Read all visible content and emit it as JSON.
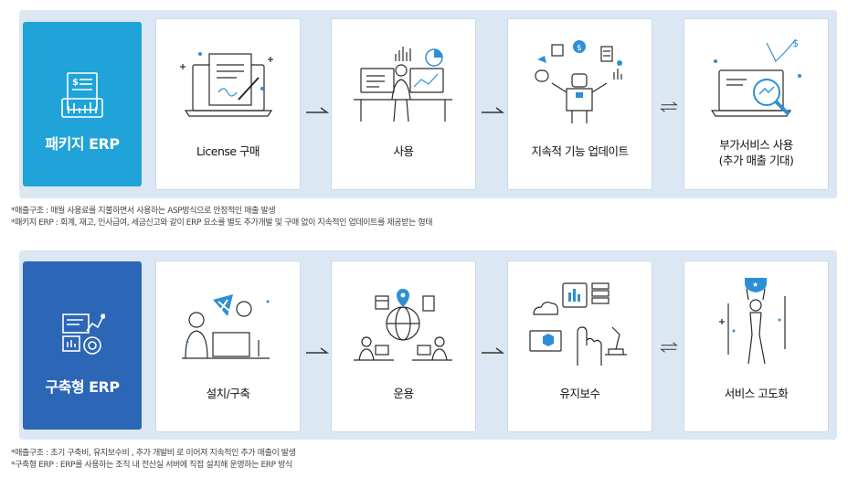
{
  "section1": {
    "title": "패키지 ERP",
    "steps": [
      {
        "label": "License 구매"
      },
      {
        "label": "사용"
      },
      {
        "label": "지속적 기능 업데이트"
      },
      {
        "label": "부가서비스 사용\n(추가 매출 기대)"
      }
    ],
    "notes": [
      "*매출구조 : 매월 사용료를 지불하면서 사용하는 ASP방식으로 안정적인 매출 발생",
      "*패키지 ERP : 회계, 재고, 인사급여, 세금신고와 같이 ERP 요소를 별도 추가개발 및 구매 없이 지속적인 업데이트를 제공받는 형태"
    ]
  },
  "section2": {
    "title": "구축형 ERP",
    "steps": [
      {
        "label": "설치/구축"
      },
      {
        "label": "운용"
      },
      {
        "label": "유지보수"
      },
      {
        "label": "서비스 고도화"
      }
    ],
    "notes": [
      "*매출구조 : 초기 구축비, 유지보수비 , 추가 개발비 로 이어져 지속적인 추가 매출이 발생",
      "*구축형 ERP : ERP를 사용하는 조직 내 전산실 서버에 직접 설치해 운영하는 ERP 방식"
    ]
  },
  "colors": {
    "panel_bg": "#dbe8f3",
    "section1_accent": "#1fa3d8",
    "section2_accent": "#2c66b6",
    "line_art": "#2a2a2a",
    "icon_blue": "#2d8fd5"
  }
}
